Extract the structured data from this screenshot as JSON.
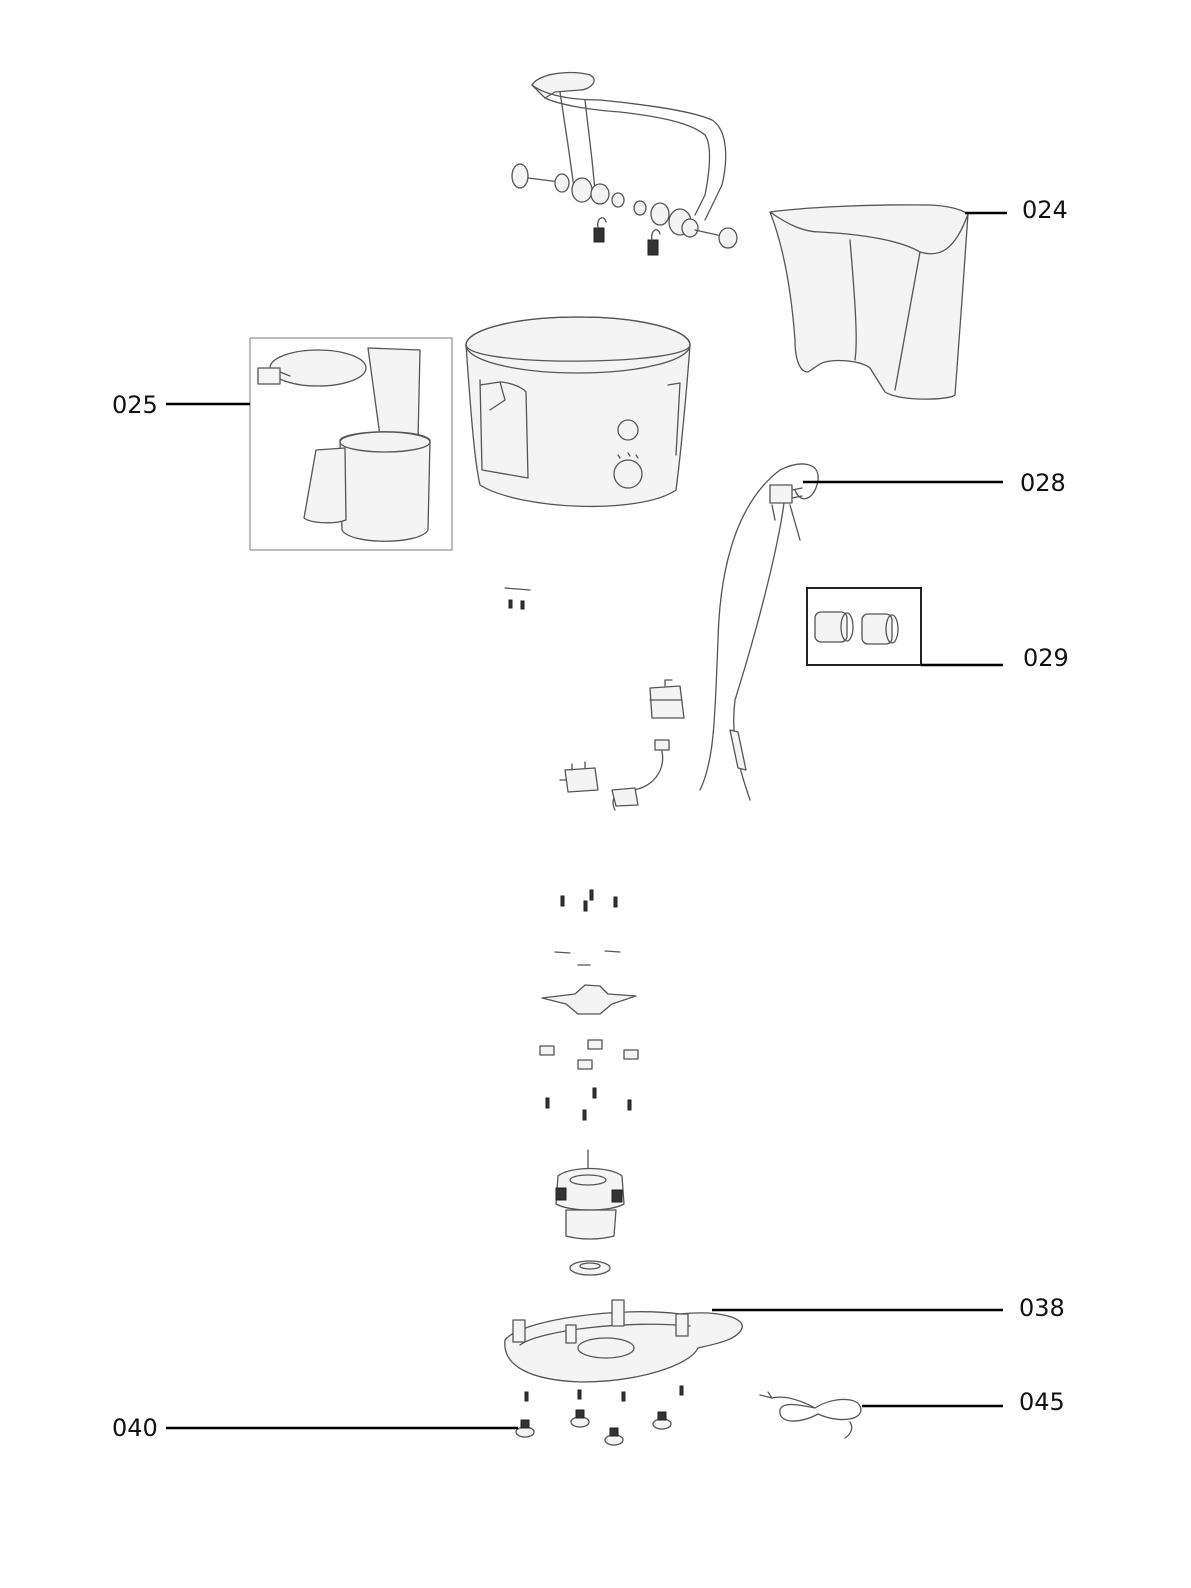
{
  "callouts": [
    {
      "id": "label-024",
      "text": "024"
    },
    {
      "id": "label-025",
      "text": "025"
    },
    {
      "id": "label-028",
      "text": "028"
    },
    {
      "id": "label-029",
      "text": "029"
    },
    {
      "id": "label-038",
      "text": "038"
    },
    {
      "id": "label-040",
      "text": "040"
    },
    {
      "id": "label-045",
      "text": "045"
    }
  ]
}
